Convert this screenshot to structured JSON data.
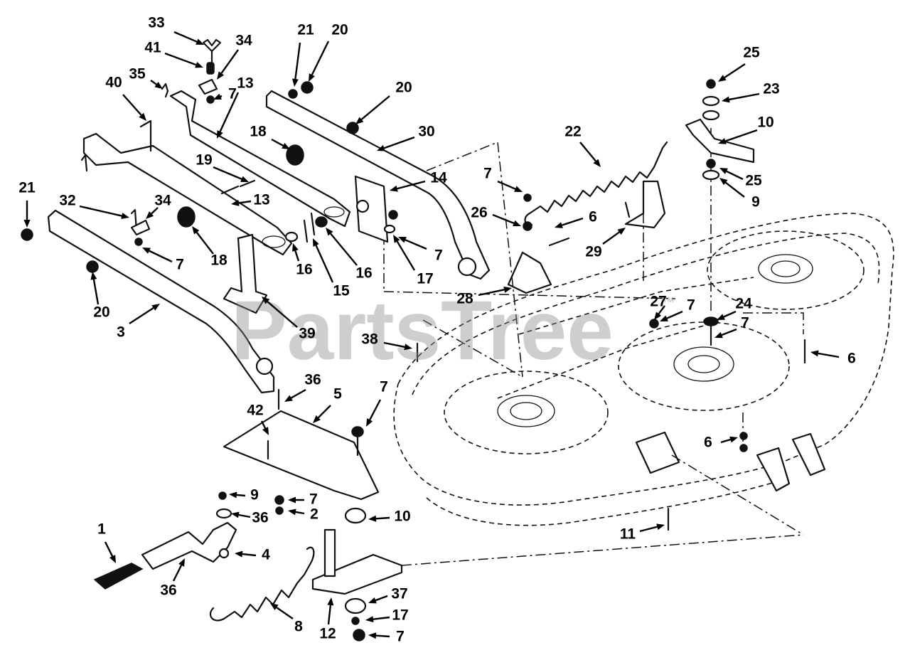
{
  "watermark": {
    "text": "PartsTree",
    "trademark": "TM"
  },
  "callouts": [
    {
      "label": "33"
    },
    {
      "label": "34"
    },
    {
      "label": "41"
    },
    {
      "label": "35"
    },
    {
      "label": "7"
    },
    {
      "label": "13"
    },
    {
      "label": "40"
    },
    {
      "label": "21"
    },
    {
      "label": "20"
    },
    {
      "label": "20"
    },
    {
      "label": "30"
    },
    {
      "label": "18"
    },
    {
      "label": "19"
    },
    {
      "label": "13"
    },
    {
      "label": "14"
    },
    {
      "label": "21"
    },
    {
      "label": "32"
    },
    {
      "label": "34"
    },
    {
      "label": "7"
    },
    {
      "label": "18"
    },
    {
      "label": "16"
    },
    {
      "label": "15"
    },
    {
      "label": "16"
    },
    {
      "label": "20"
    },
    {
      "label": "3"
    },
    {
      "label": "39"
    },
    {
      "label": "7"
    },
    {
      "label": "22"
    },
    {
      "label": "26"
    },
    {
      "label": "6"
    },
    {
      "label": "29"
    },
    {
      "label": "7"
    },
    {
      "label": "17"
    },
    {
      "label": "28"
    },
    {
      "label": "7"
    },
    {
      "label": "25"
    },
    {
      "label": "23"
    },
    {
      "label": "10"
    },
    {
      "label": "25"
    },
    {
      "label": "9"
    },
    {
      "label": "24"
    },
    {
      "label": "7"
    },
    {
      "label": "27"
    },
    {
      "label": "38"
    },
    {
      "label": "6"
    },
    {
      "label": "11"
    },
    {
      "label": "36"
    },
    {
      "label": "5"
    },
    {
      "label": "7"
    },
    {
      "label": "42"
    },
    {
      "label": "9"
    },
    {
      "label": "7"
    },
    {
      "label": "36"
    },
    {
      "label": "2"
    },
    {
      "label": "10"
    },
    {
      "label": "1"
    },
    {
      "label": "4"
    },
    {
      "label": "36"
    },
    {
      "label": "8"
    },
    {
      "label": "37"
    },
    {
      "label": "12"
    },
    {
      "label": "17"
    },
    {
      "label": "7"
    },
    {
      "label": "6"
    }
  ]
}
